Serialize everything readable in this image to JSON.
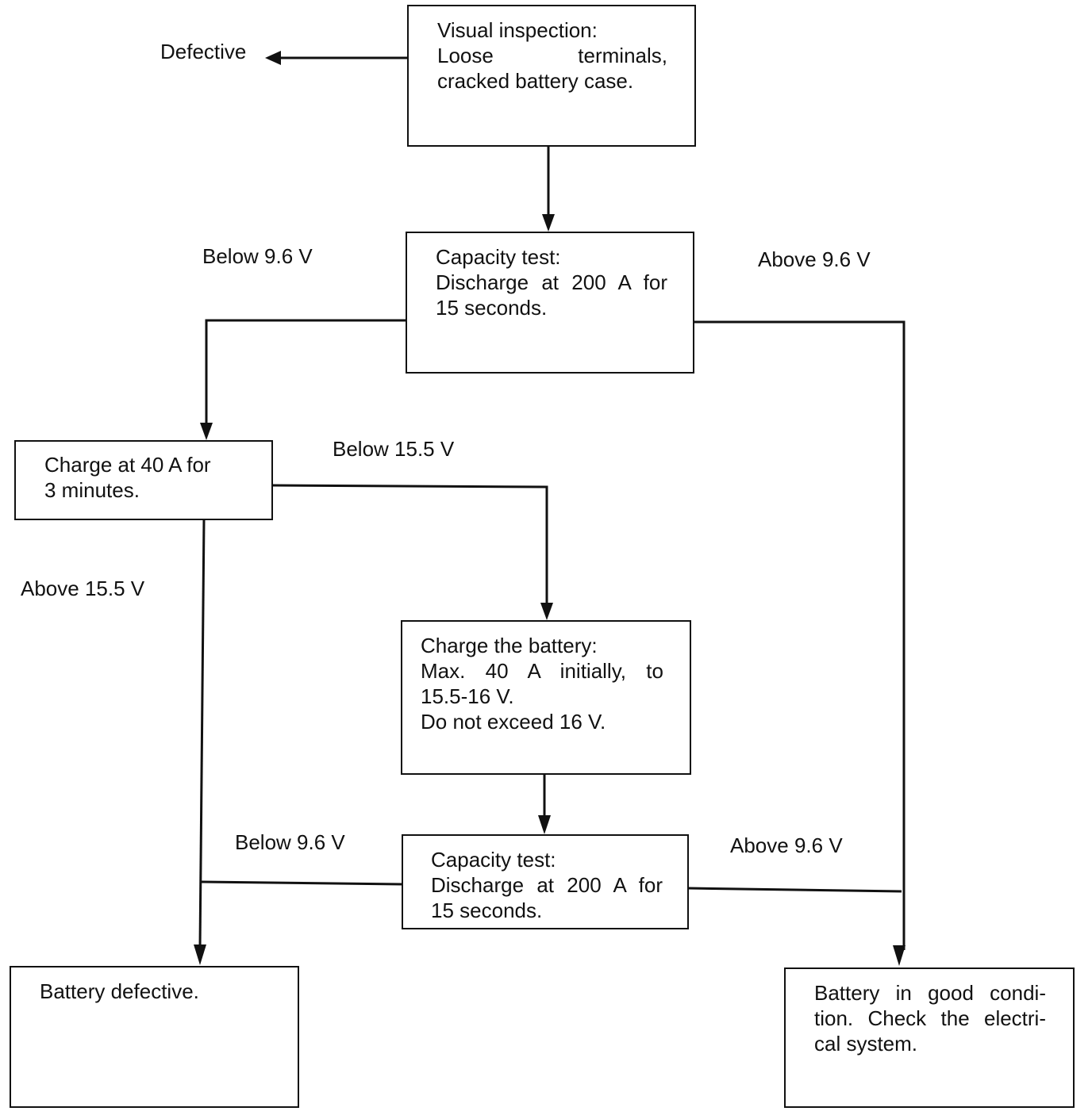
{
  "nodes": {
    "visual": {
      "title": "Visual inspection:",
      "line1": "Loose terminals,",
      "line2": "cracked battery case."
    },
    "capacity1": {
      "title": "Capacity test:",
      "line1": "Discharge at 200 A for",
      "line2": "15 seconds."
    },
    "charge40": {
      "line1": "Charge at 40 A for",
      "line2": "3 minutes."
    },
    "charge_battery": {
      "title": "Charge the battery:",
      "line1": "Max. 40 A initially, to",
      "line2": "15.5-16 V.",
      "line3": "Do not exceed 16 V."
    },
    "capacity2": {
      "title": "Capacity test:",
      "line1": "Discharge at 200 A for",
      "line2": "15 seconds."
    },
    "defective_box": {
      "line1": "Battery defective."
    },
    "good_box": {
      "line1": "Battery in good condi-",
      "line2": "tion. Check the electri-",
      "line3": "cal system."
    }
  },
  "labels": {
    "defective": "Defective",
    "below96_top": "Below 9.6 V",
    "above96_top": "Above 9.6 V",
    "below155": "Below 15.5 V",
    "above155": "Above 15.5 V",
    "below96_bottom": "Below 9.6 V",
    "above96_bottom": "Above 9.6 V"
  }
}
